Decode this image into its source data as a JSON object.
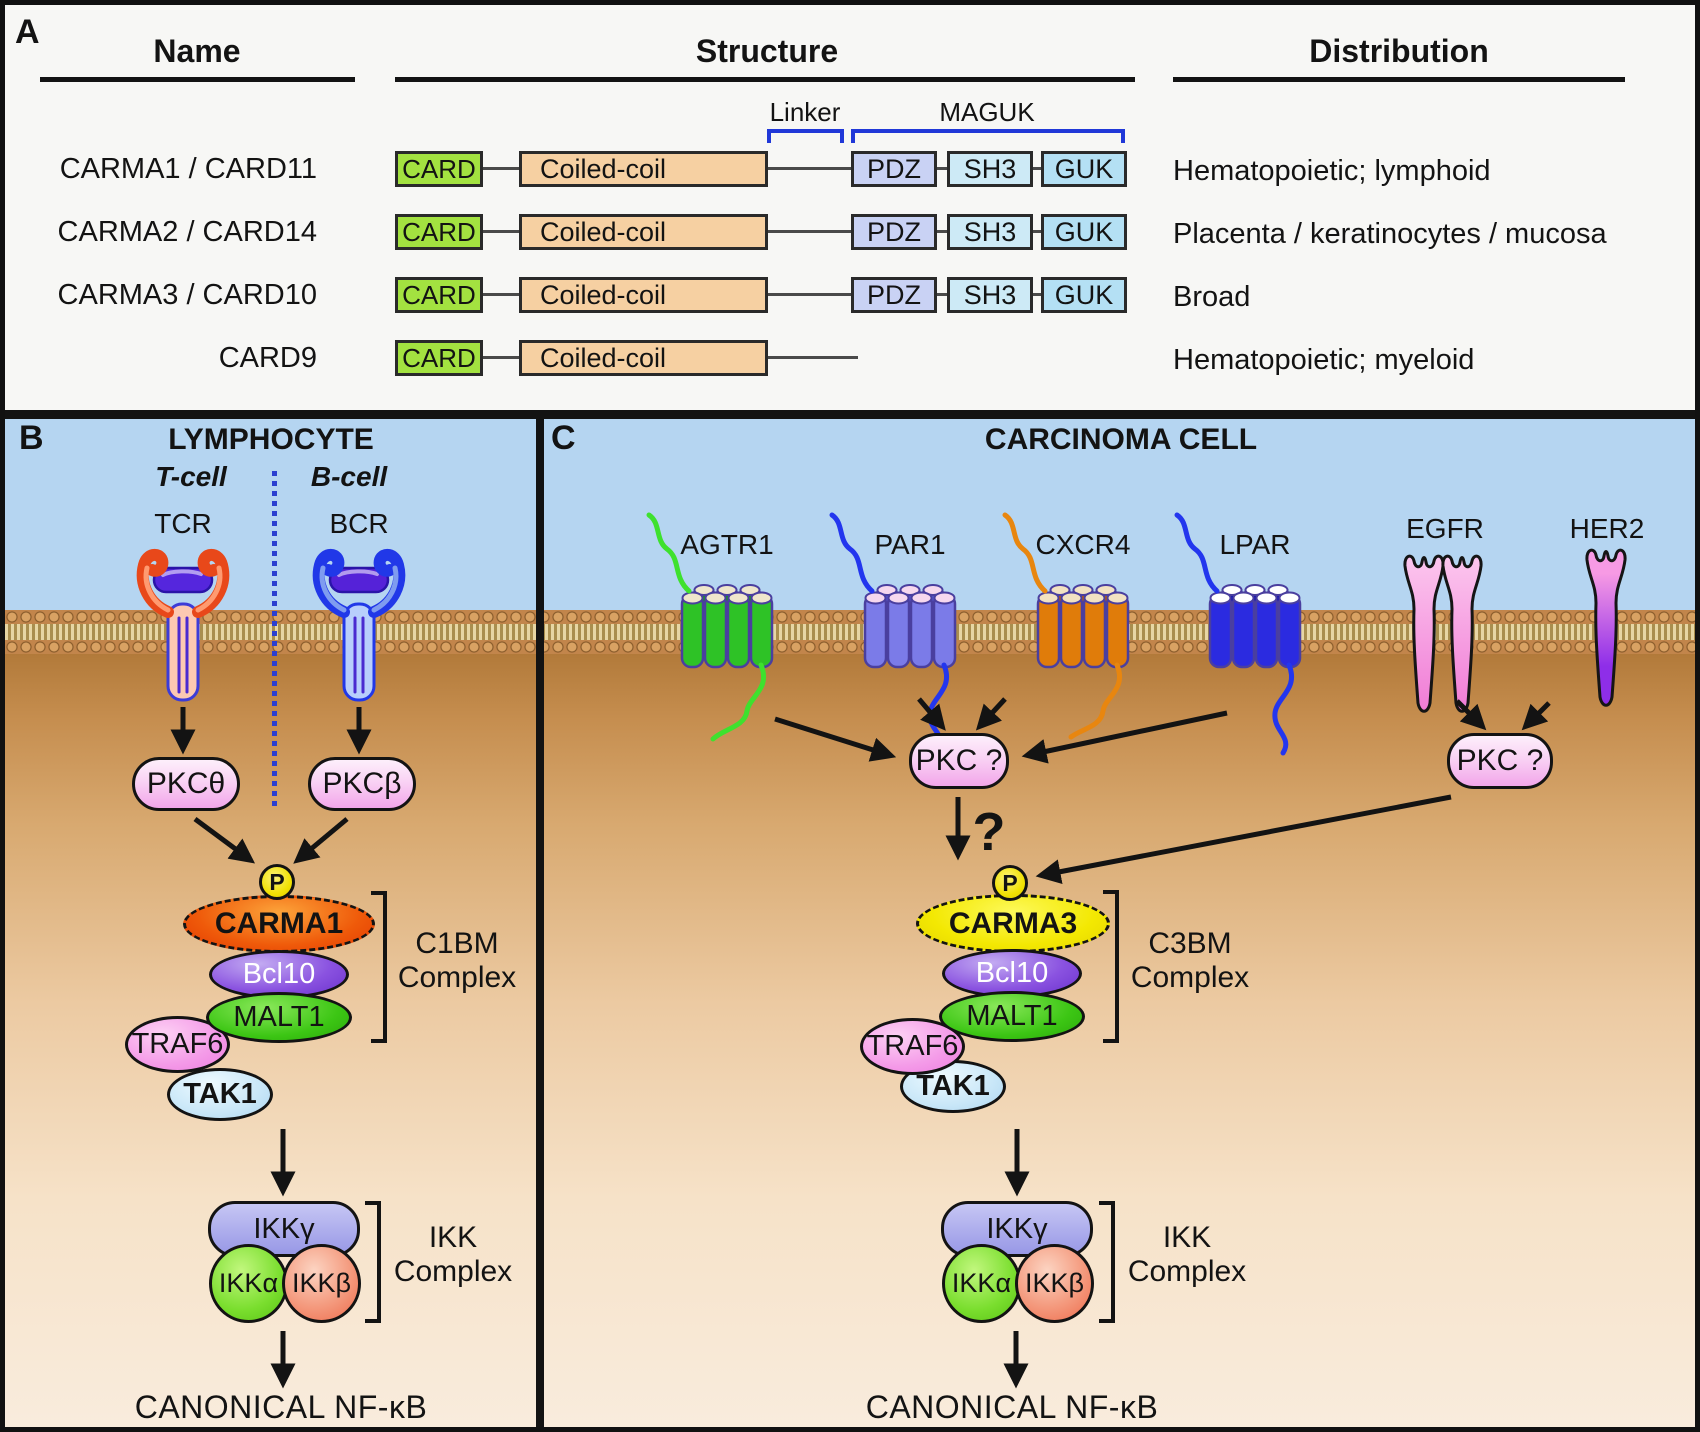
{
  "figure": {
    "panel_a_label": "A",
    "panel_b_label": "B",
    "panel_c_label": "C"
  },
  "panelA": {
    "headers": {
      "name": "Name",
      "structure": "Structure",
      "distribution": "Distribution"
    },
    "annotations": {
      "linker": "Linker",
      "maguk": "MAGUK"
    },
    "rows": [
      {
        "name": "CARMA1 / CARD11",
        "card": "CARD",
        "coiled_coil": "Coiled-coil",
        "pdz": "PDZ",
        "sh3": "SH3",
        "guk": "GUK",
        "distribution": "Hematopoietic; lymphoid"
      },
      {
        "name": "CARMA2 / CARD14",
        "card": "CARD",
        "coiled_coil": "Coiled-coil",
        "pdz": "PDZ",
        "sh3": "SH3",
        "guk": "GUK",
        "distribution": "Placenta / keratinocytes / mucosa"
      },
      {
        "name": "CARMA3 / CARD10",
        "card": "CARD",
        "coiled_coil": "Coiled-coil",
        "pdz": "PDZ",
        "sh3": "SH3",
        "guk": "GUK",
        "distribution": "Broad"
      },
      {
        "name": "CARD9",
        "card": "CARD",
        "coiled_coil": "Coiled-coil",
        "distribution": "Hematopoietic; myeloid"
      }
    ]
  },
  "panelB": {
    "title": "LYMPHOCYTE",
    "t_cell": "T-cell",
    "b_cell": "B-cell",
    "tcr": "TCR",
    "bcr": "BCR",
    "pkc_theta": "PKCθ",
    "pkc_beta": "PKCβ",
    "phospho": "P",
    "carma1": "CARMA1",
    "bcl10": "Bcl10",
    "malt1": "MALT1",
    "traf6": "TRAF6",
    "tak1": "TAK1",
    "cbm_line1": "C1BM",
    "cbm_line2": "Complex",
    "ikk_gamma": "IKKγ",
    "ikk_alpha": "IKKα",
    "ikk_beta": "IKKβ",
    "ikk_line1": "IKK",
    "ikk_line2": "Complex",
    "output": "CANONICAL NF-κB"
  },
  "panelC": {
    "title": "CARCINOMA CELL",
    "agtr1": "AGTR1",
    "par1": "PAR1",
    "cxcr4": "CXCR4",
    "lpar": "LPAR",
    "egfr": "EGFR",
    "her2": "HER2",
    "pkc_left": "PKC ?",
    "pkc_right": "PKC ?",
    "question": "?",
    "phospho": "P",
    "carma3": "CARMA3",
    "bcl10": "Bcl10",
    "malt1": "MALT1",
    "traf6": "TRAF6",
    "tak1": "TAK1",
    "cbm_line1": "C3BM",
    "cbm_line2": "Complex",
    "ikk_gamma": "IKKγ",
    "ikk_alpha": "IKKα",
    "ikk_beta": "IKKβ",
    "ikk_line1": "IKK",
    "ikk_line2": "Complex",
    "output": "CANONICAL NF-κB"
  },
  "colors": {
    "extracellular": "#b5d5f1",
    "membrane": "#c2854b",
    "card_domain": "#a3e240",
    "coiled_coil": "#f6d0a2",
    "pdz": "#c9d2f4",
    "sh3": "#cdeaf6",
    "guk": "#b4e0f4",
    "bracket_blue": "#2038d8",
    "carma1": "#ee5505",
    "carma3": "#f3e802",
    "bcl10": "#8a52e0",
    "malt1": "#3cc614",
    "traf6": "#f49ae8",
    "tak1": "#c9e7f8",
    "pkc": "#f7bdf0",
    "phospho": "#f2e203",
    "ikk_gamma": "#9898e6",
    "ikk_alpha": "#7ade2e",
    "ikk_beta": "#f4907a",
    "tcr_arm": "#e8481a",
    "bcr_arm": "#2138e8",
    "agtr1": "#2ec226",
    "par1": "#7b7be8",
    "cxcr4": "#e07c0a",
    "lpar": "#2b2be0",
    "egfr": "#f792da",
    "her2": "#9b3ce8"
  }
}
